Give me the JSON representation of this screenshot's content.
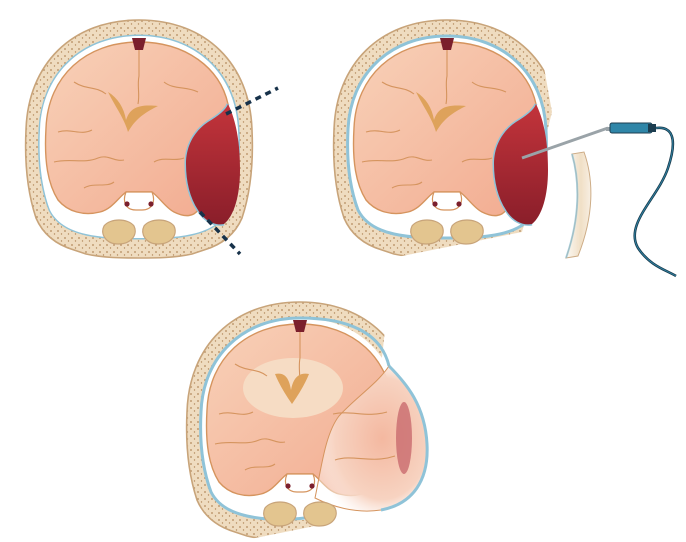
{
  "colors": {
    "background": "#ffffff",
    "skull_fill": "#efdcc0",
    "skull_outline": "#c8a47a",
    "diploe_dots": "#b38a5e",
    "dura": "#8fc3d8",
    "brain_fill": "#f6c1a4",
    "brain_outline": "#d5945e",
    "ventricle": "#dea25b",
    "hematoma": "#b3262f",
    "hematoma_dark": "#7d1d28",
    "falx_sinus": "#7b1f2c",
    "vertebra": "#e3c58f",
    "cut_line": "#17324a",
    "drain_body": "#2f86a8",
    "drain_tip": "#9aa3a8",
    "drain_cable": "#1c3d4f",
    "edema": "#f6dcc4",
    "contusion": "#c96a6e"
  },
  "panels": [
    {
      "id": "panel-1",
      "stage": "acute-subdural-hematoma-with-craniotomy-line"
    },
    {
      "id": "panel-2",
      "stage": "bone-flap-removed-with-drain-inserted"
    },
    {
      "id": "panel-3",
      "stage": "brain-swelling-through-skull-defect"
    }
  ],
  "icons": [
    "cut-line",
    "drain-catheter",
    "bone-flap",
    "hematoma",
    "ventricle"
  ]
}
